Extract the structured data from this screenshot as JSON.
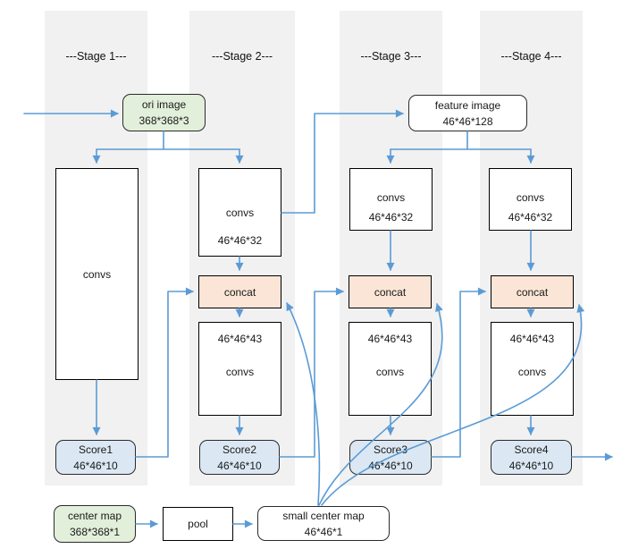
{
  "stages": {
    "s1": "---Stage 1---",
    "s2": "---Stage 2---",
    "s3": "---Stage 3---",
    "s4": "---Stage 4---"
  },
  "nodes": {
    "ori_image": {
      "title": "ori image",
      "dims": "368*368*3"
    },
    "feature_image": {
      "title": "feature image",
      "dims": "46*46*128"
    },
    "stage1_convs": {
      "title": "convs"
    },
    "stage2_convs": {
      "title": "convs",
      "dims": "46*46*32"
    },
    "stage3_convs": {
      "title": "convs",
      "dims": "46*46*32"
    },
    "stage4_convs": {
      "title": "convs",
      "dims": "46*46*32"
    },
    "stage2_concat": {
      "title": "concat"
    },
    "stage3_concat": {
      "title": "concat"
    },
    "stage4_concat": {
      "title": "concat"
    },
    "stage2_convs43": {
      "dims": "46*46*43",
      "title": "convs"
    },
    "stage3_convs43": {
      "dims": "46*46*43",
      "title": "convs"
    },
    "stage4_convs43": {
      "dims": "46*46*43",
      "title": "convs"
    },
    "score1": {
      "title": "Score1",
      "dims": "46*46*10"
    },
    "score2": {
      "title": "Score2",
      "dims": "46*46*10"
    },
    "score3": {
      "title": "Score3",
      "dims": "46*46*10"
    },
    "score4": {
      "title": "Score4",
      "dims": "46*46*10"
    },
    "center_map": {
      "title": "center map",
      "dims": "368*368*1"
    },
    "pool": {
      "title": "pool"
    },
    "small_center_map": {
      "title": "small center map",
      "dims": "46*46*1"
    }
  },
  "colors": {
    "arrow": "#5b9bd5",
    "stage_band": "#f1f1f1",
    "concat_fill": "#fbe5d6",
    "score_fill": "#dbe8f4",
    "image_fill": "#e2efda",
    "plain_fill": "#ffffff",
    "border": "#000000"
  }
}
